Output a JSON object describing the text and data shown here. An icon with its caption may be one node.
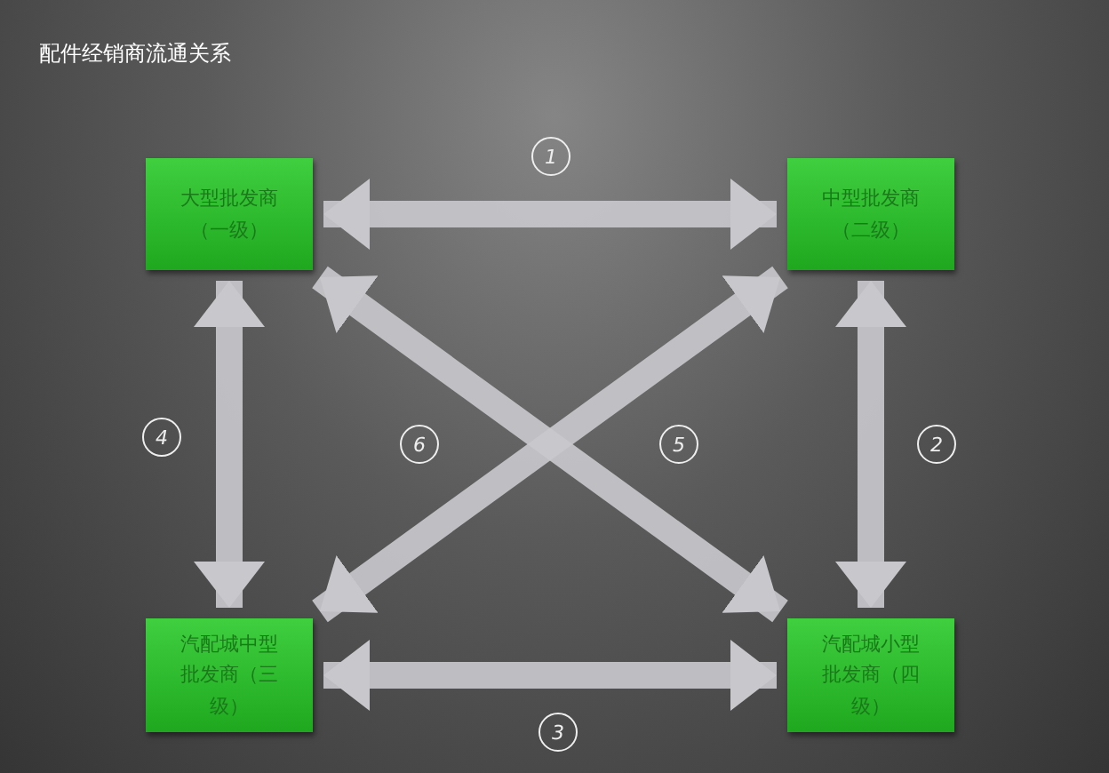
{
  "diagram": {
    "title": "配件经销商流通关系",
    "nodes": [
      {
        "text": [
          "大型批发商（一级）"
        ]
      },
      {
        "text": [
          "中型批发商（二级）"
        ]
      },
      {
        "text": [
          "汽配城中型批发商（三级）"
        ]
      },
      {
        "text": [
          "汽配城小型批发商（四级）"
        ]
      }
    ],
    "edges": [
      {
        "from": 0,
        "to": 1,
        "arrow": "both",
        "label": "1"
      },
      {
        "from": 1,
        "to": 3,
        "arrow": "both",
        "label": "2"
      },
      {
        "from": 2,
        "to": 3,
        "arrow": "both",
        "label": "3"
      },
      {
        "from": 0,
        "to": 2,
        "arrow": "both",
        "label": "4"
      },
      {
        "from": 2,
        "to": 1,
        "arrow": "both",
        "label": "5"
      },
      {
        "from": 0,
        "to": 3,
        "arrow": "both",
        "label": "6"
      }
    ]
  }
}
